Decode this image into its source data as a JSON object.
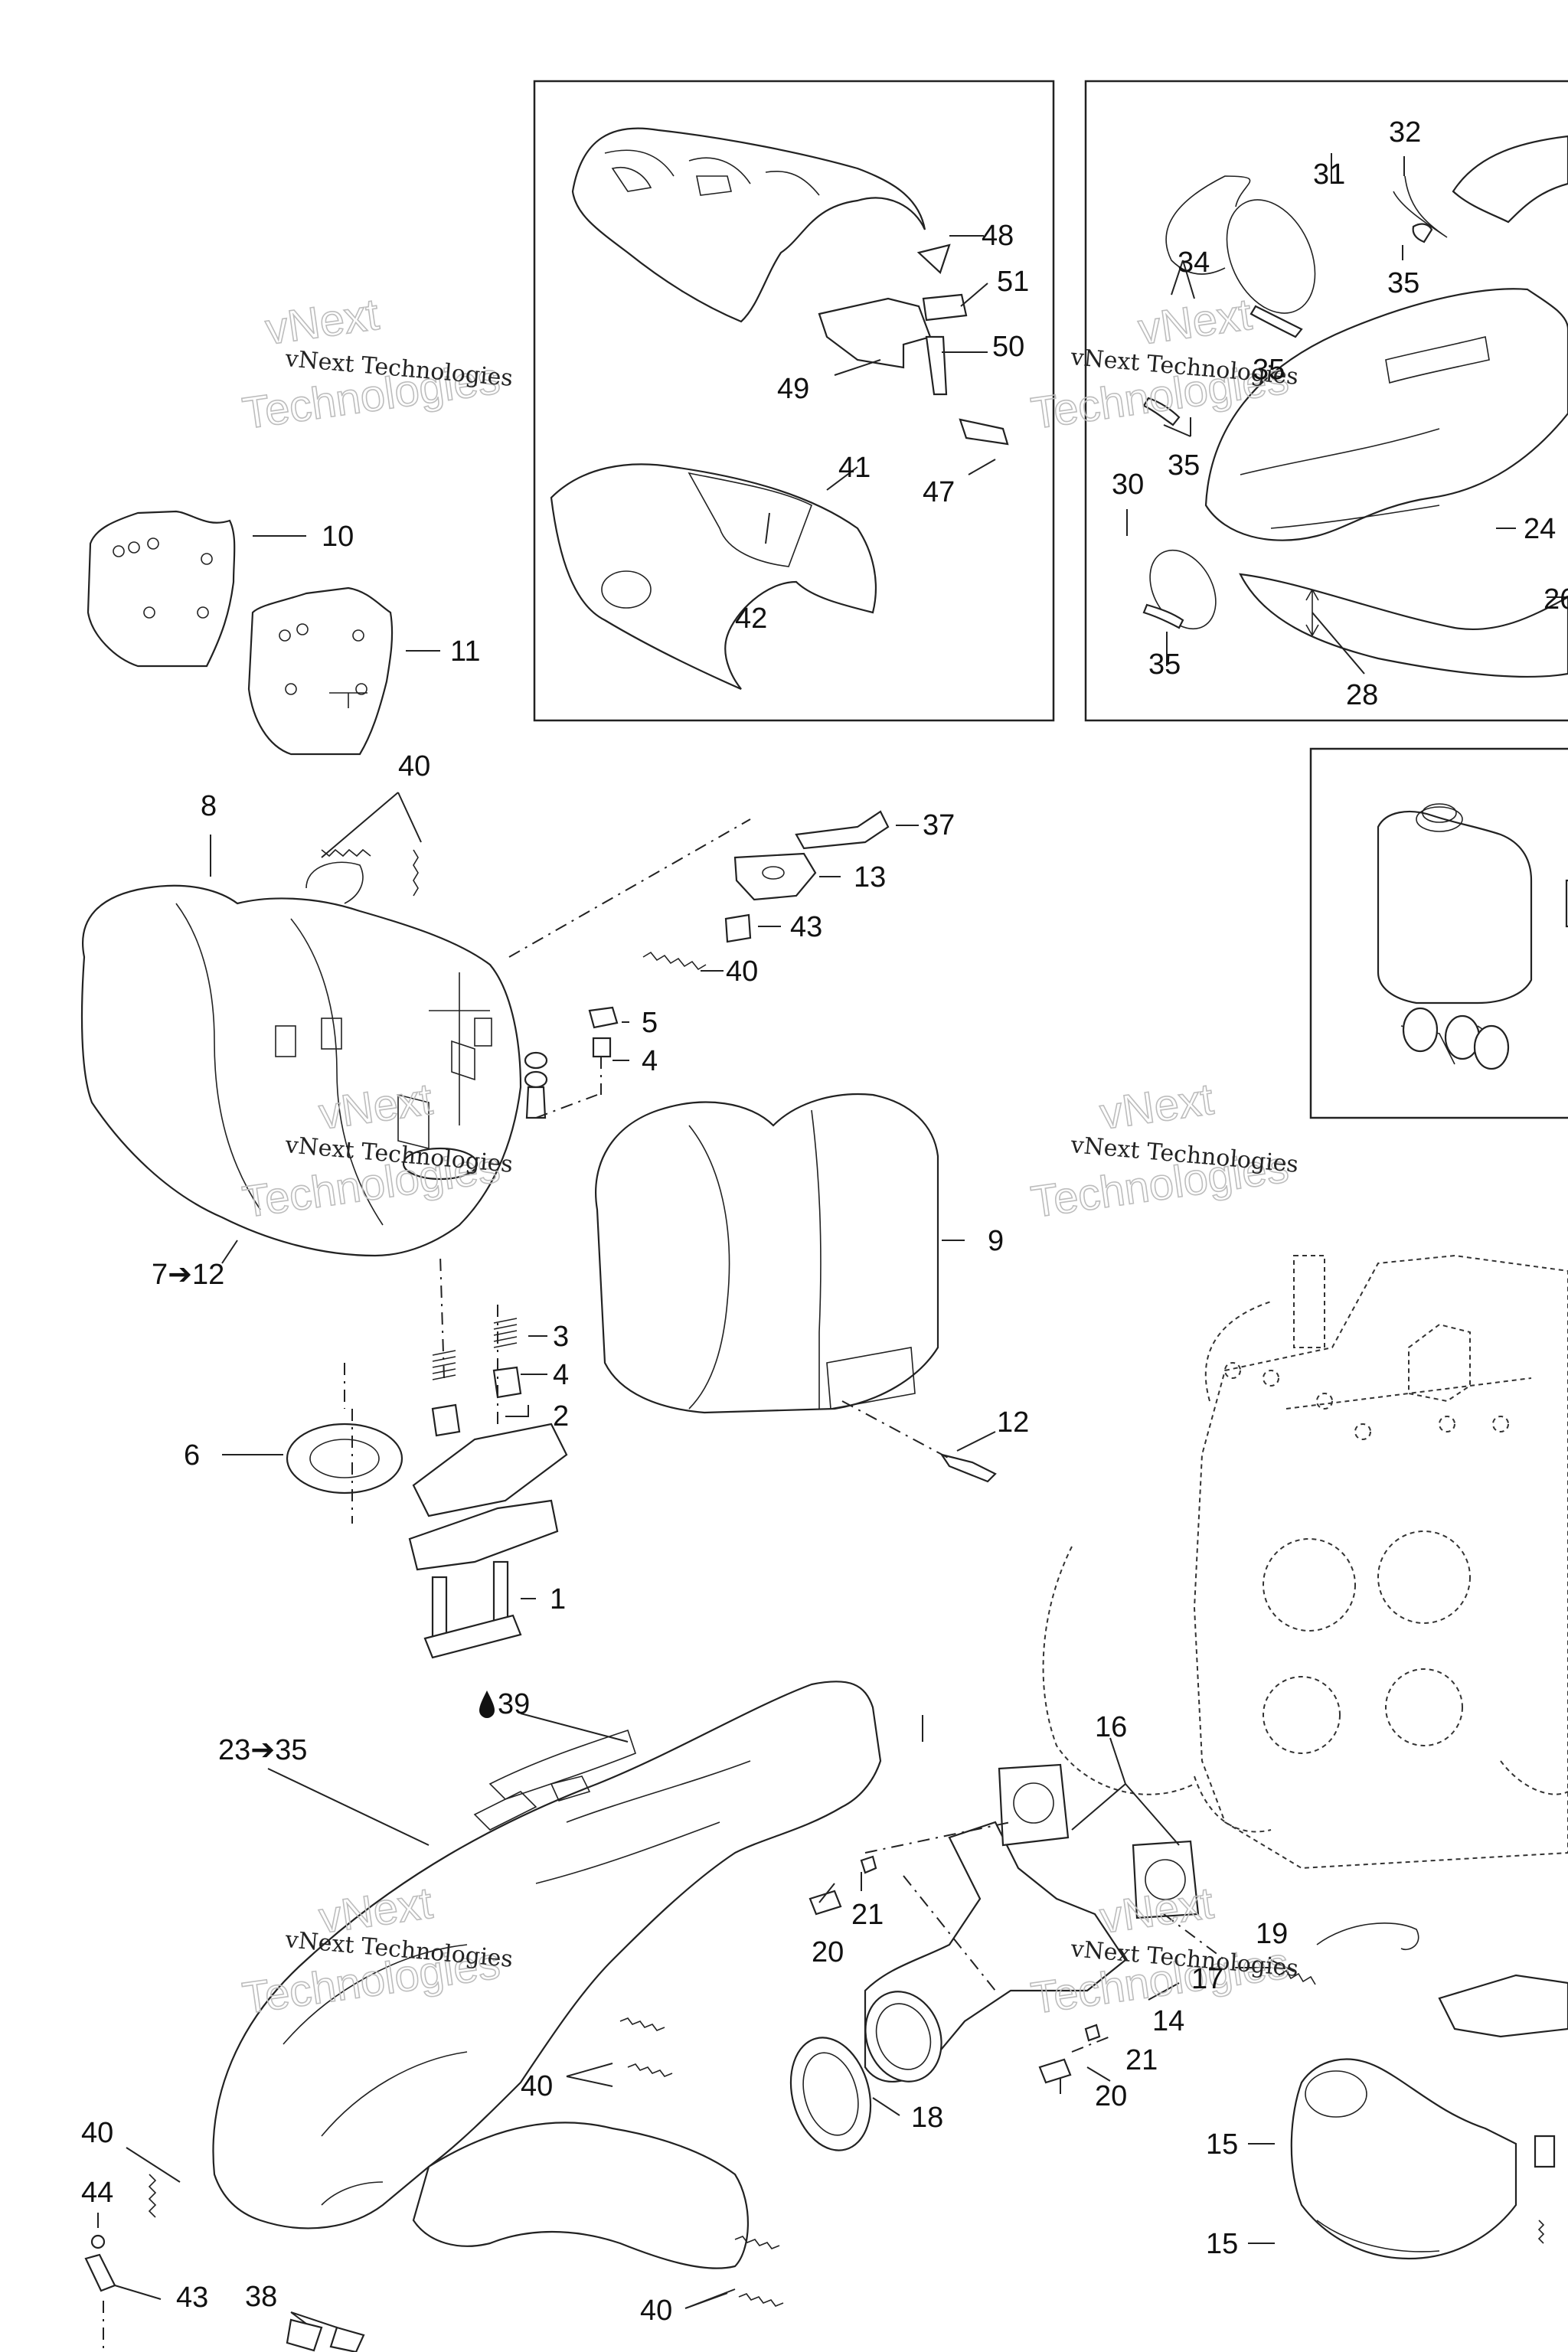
{
  "labels": {
    "p1": "1",
    "p2": "2",
    "p3": "3",
    "p4a": "4",
    "p4b": "4",
    "p5": "5",
    "p6": "6",
    "p7": "7➔12",
    "p8": "8",
    "p9": "9",
    "p10": "10",
    "p11": "11",
    "p12": "12",
    "p13": "13",
    "p14": "14",
    "p15a": "15",
    "p15b": "15",
    "p16": "16",
    "p17": "17",
    "p18": "18",
    "p19": "19",
    "p20a": "20",
    "p20b": "20",
    "p21a": "21",
    "p21b": "21",
    "p23": "23➔35",
    "p24": "24",
    "p26": "26",
    "p28": "28",
    "p30": "30",
    "p31": "31",
    "p32": "32",
    "p34": "34",
    "p35a": "35",
    "p35b": "35",
    "p35c": "35",
    "p35d": "35",
    "p37": "37",
    "p38": "38",
    "p39": "39",
    "p40a": "40",
    "p40b": "40",
    "p40c": "40",
    "p40d": "40",
    "p40e": "40",
    "p41": "41",
    "p42": "42",
    "p43a": "43",
    "p43b": "43",
    "p44": "44",
    "p47": "47",
    "p48": "48",
    "p49": "49",
    "p50": "50",
    "p51": "51"
  },
  "watermark": {
    "line1": "vNext Technologies",
    "line2": "vNext",
    "line3": "Technologies"
  },
  "icons": {
    "drop": "oil-drop-icon"
  }
}
